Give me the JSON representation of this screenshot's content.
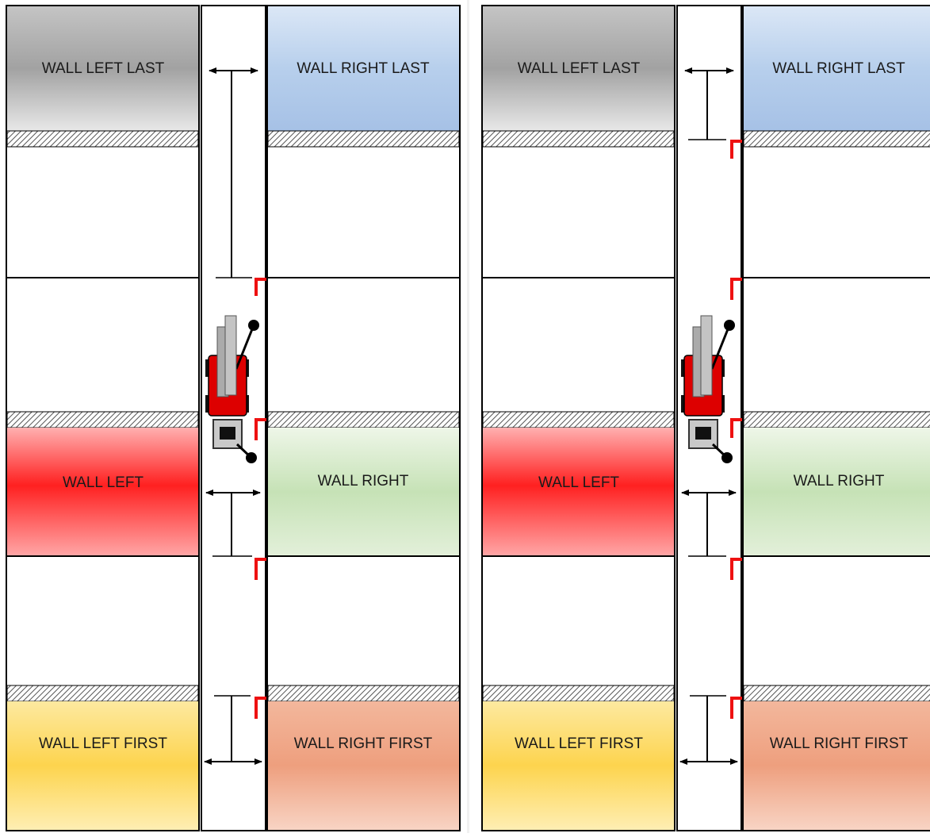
{
  "labels": {
    "wall_left_last": "WALL LEFT LAST",
    "wall_right_last": "WALL RIGHT LAST",
    "wall_left": "WALL LEFT",
    "wall_right": "WALL RIGHT",
    "wall_left_first": "WALL LEFT FIRST",
    "wall_right_first": "WALL RIGHT FIRST"
  },
  "colors": {
    "last_left": "#a9a9a9",
    "last_right": "#a9c5e6",
    "left": "#ff1f1f",
    "right": "#b9dba8",
    "first_left": "#fdd24c",
    "first_right": "#eea07e",
    "marker": "#ee1111",
    "vehicle": "#dd0000"
  }
}
